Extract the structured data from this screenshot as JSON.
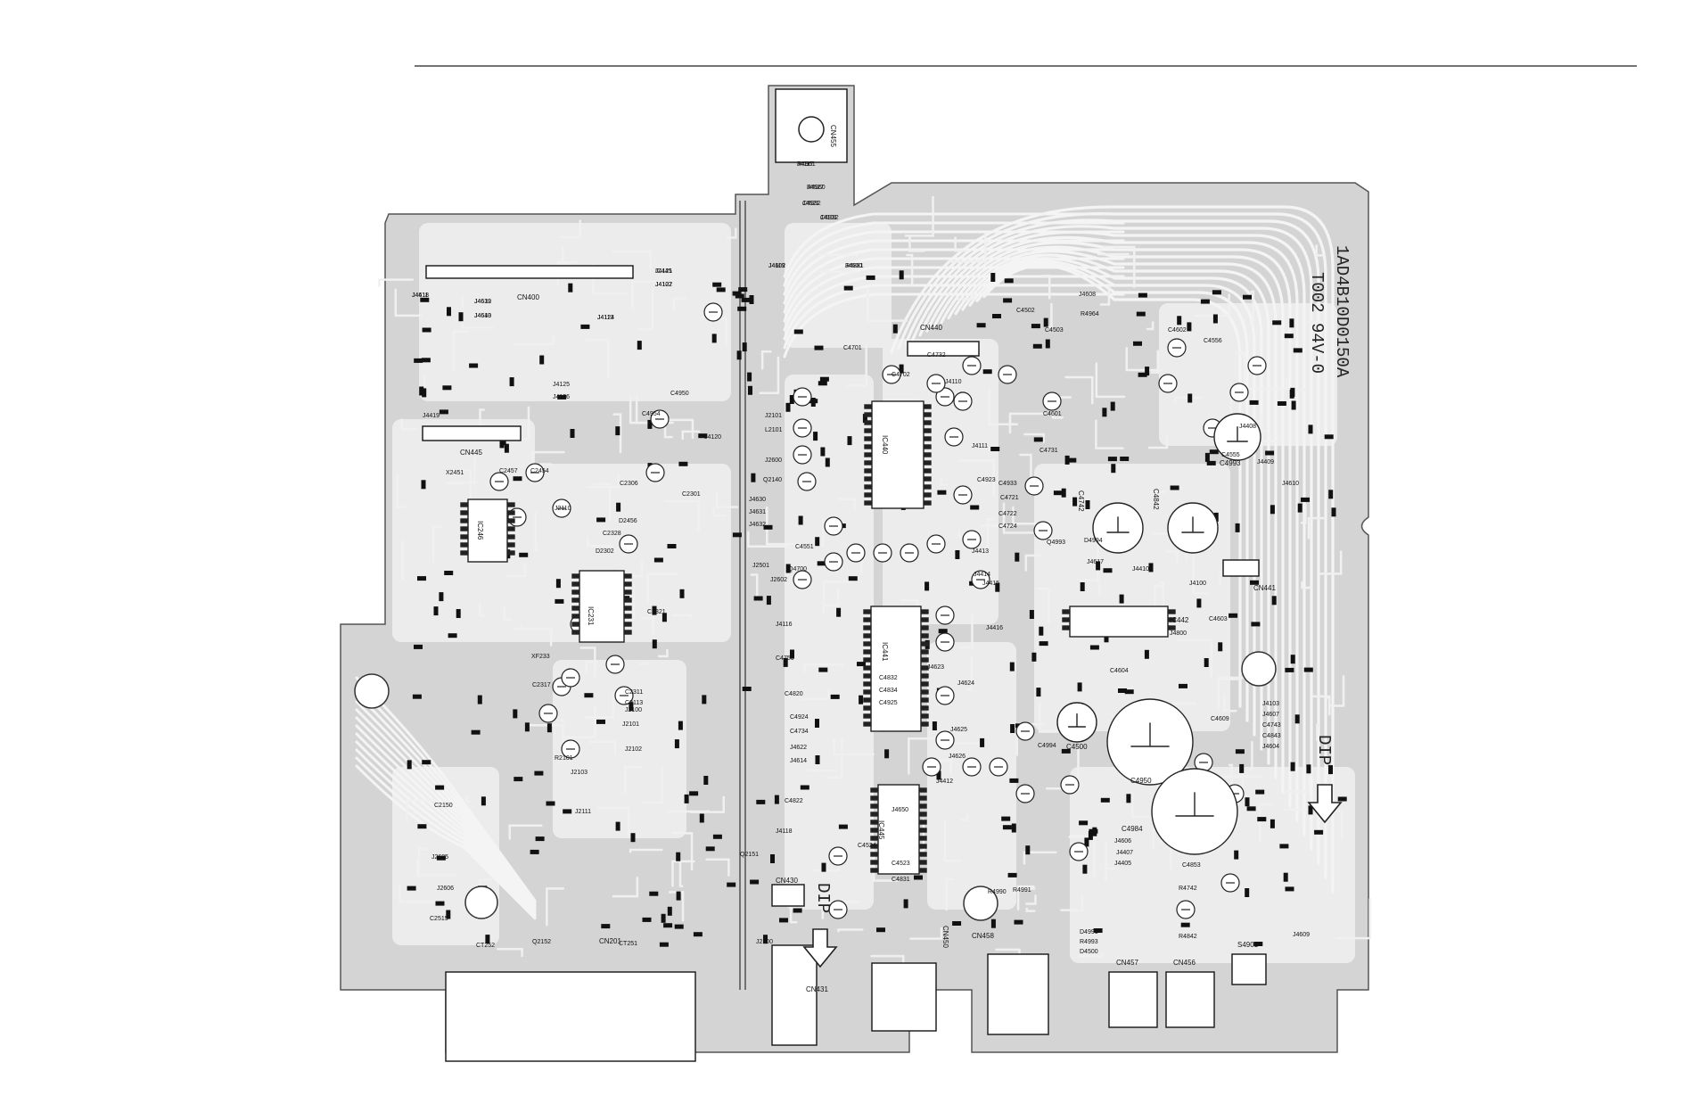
{
  "board": {
    "code_line1": "1AD4B10D0150A",
    "code_line2": "T002 94V-0",
    "dip_label": "DIP",
    "dip_label_2": "DIP"
  },
  "connectors": [
    {
      "name": "CN455"
    },
    {
      "name": "CN400"
    },
    {
      "name": "CN445"
    },
    {
      "name": "CN440"
    },
    {
      "name": "CN441"
    },
    {
      "name": "CN430"
    },
    {
      "name": "CN431"
    },
    {
      "name": "CN450"
    },
    {
      "name": "CN458"
    },
    {
      "name": "CN457"
    },
    {
      "name": "CN456"
    },
    {
      "name": "CN201"
    },
    {
      "name": "S4901"
    }
  ],
  "ics": [
    {
      "name": "IC440"
    },
    {
      "name": "IC441"
    },
    {
      "name": "IC442"
    },
    {
      "name": "IC445"
    },
    {
      "name": "IC231"
    },
    {
      "name": "IC246"
    }
  ],
  "big_caps": [
    {
      "name": "C4742"
    },
    {
      "name": "C4842"
    },
    {
      "name": "C4500"
    },
    {
      "name": "C4950"
    },
    {
      "name": "C4984"
    },
    {
      "name": "C4993"
    }
  ],
  "components": [
    "J4117",
    "J4627",
    "J4621",
    "J4101",
    "R4881",
    "J4119",
    "J4121",
    "J4122",
    "J4124",
    "J4418",
    "J4639",
    "J4640",
    "J4125",
    "J4126",
    "J4419",
    "C4950",
    "C4954",
    "J4120",
    "J4630",
    "J4631",
    "J4632",
    "J2501",
    "J2602",
    "X2451",
    "C2457",
    "C2454",
    "J2110",
    "C2306",
    "C2301",
    "D2456",
    "C2328",
    "D2302",
    "C2321",
    "XF233",
    "C2317",
    "C2311",
    "C2113",
    "J2100",
    "J2101",
    "J2102",
    "R2101",
    "J2103",
    "J2111",
    "C2150",
    "J2605",
    "J2606",
    "C2515",
    "CT252",
    "Q2152",
    "CT251",
    "Q2151",
    "J2100",
    "J2101",
    "L2101",
    "J2600",
    "Q2140",
    "C4701",
    "C4702",
    "C4551",
    "Q4700",
    "J4116",
    "C4750",
    "C4820",
    "C4822",
    "J4118",
    "C4524",
    "C4523",
    "C4831",
    "C4832",
    "C4834",
    "C4925",
    "C4924",
    "C4734",
    "J4622",
    "J4614",
    "J4623",
    "J4624",
    "J4625",
    "J4626",
    "J4412",
    "J4413",
    "J4414",
    "J4415",
    "J4416",
    "C4732",
    "J4110",
    "J4111",
    "C4923",
    "C4933",
    "C4721",
    "C4722",
    "C4724",
    "C4731",
    "C4601",
    "C4602",
    "C4556",
    "C4555",
    "J4408",
    "J4409",
    "J4410",
    "J4100",
    "J4617",
    "J4800",
    "C4603",
    "C4604",
    "C4609",
    "C4994",
    "Q4993",
    "D4994",
    "J4103",
    "J4607",
    "C4743",
    "C4843",
    "J4604",
    "J4606",
    "J4407",
    "J4405",
    "C4853",
    "R4742",
    "R4842",
    "D4991",
    "R4993",
    "D4500",
    "R4990",
    "R4991",
    "J4609",
    "J4610",
    "J4650",
    "C4502",
    "C4503",
    "J4608",
    "R4964",
    "R4961",
    "R4960",
    "C4932",
    "C4932",
    "J4600",
    "J4602",
    "IC445",
    "J4107",
    "J4113",
    "J4611",
    "J4612",
    "J4613"
  ]
}
